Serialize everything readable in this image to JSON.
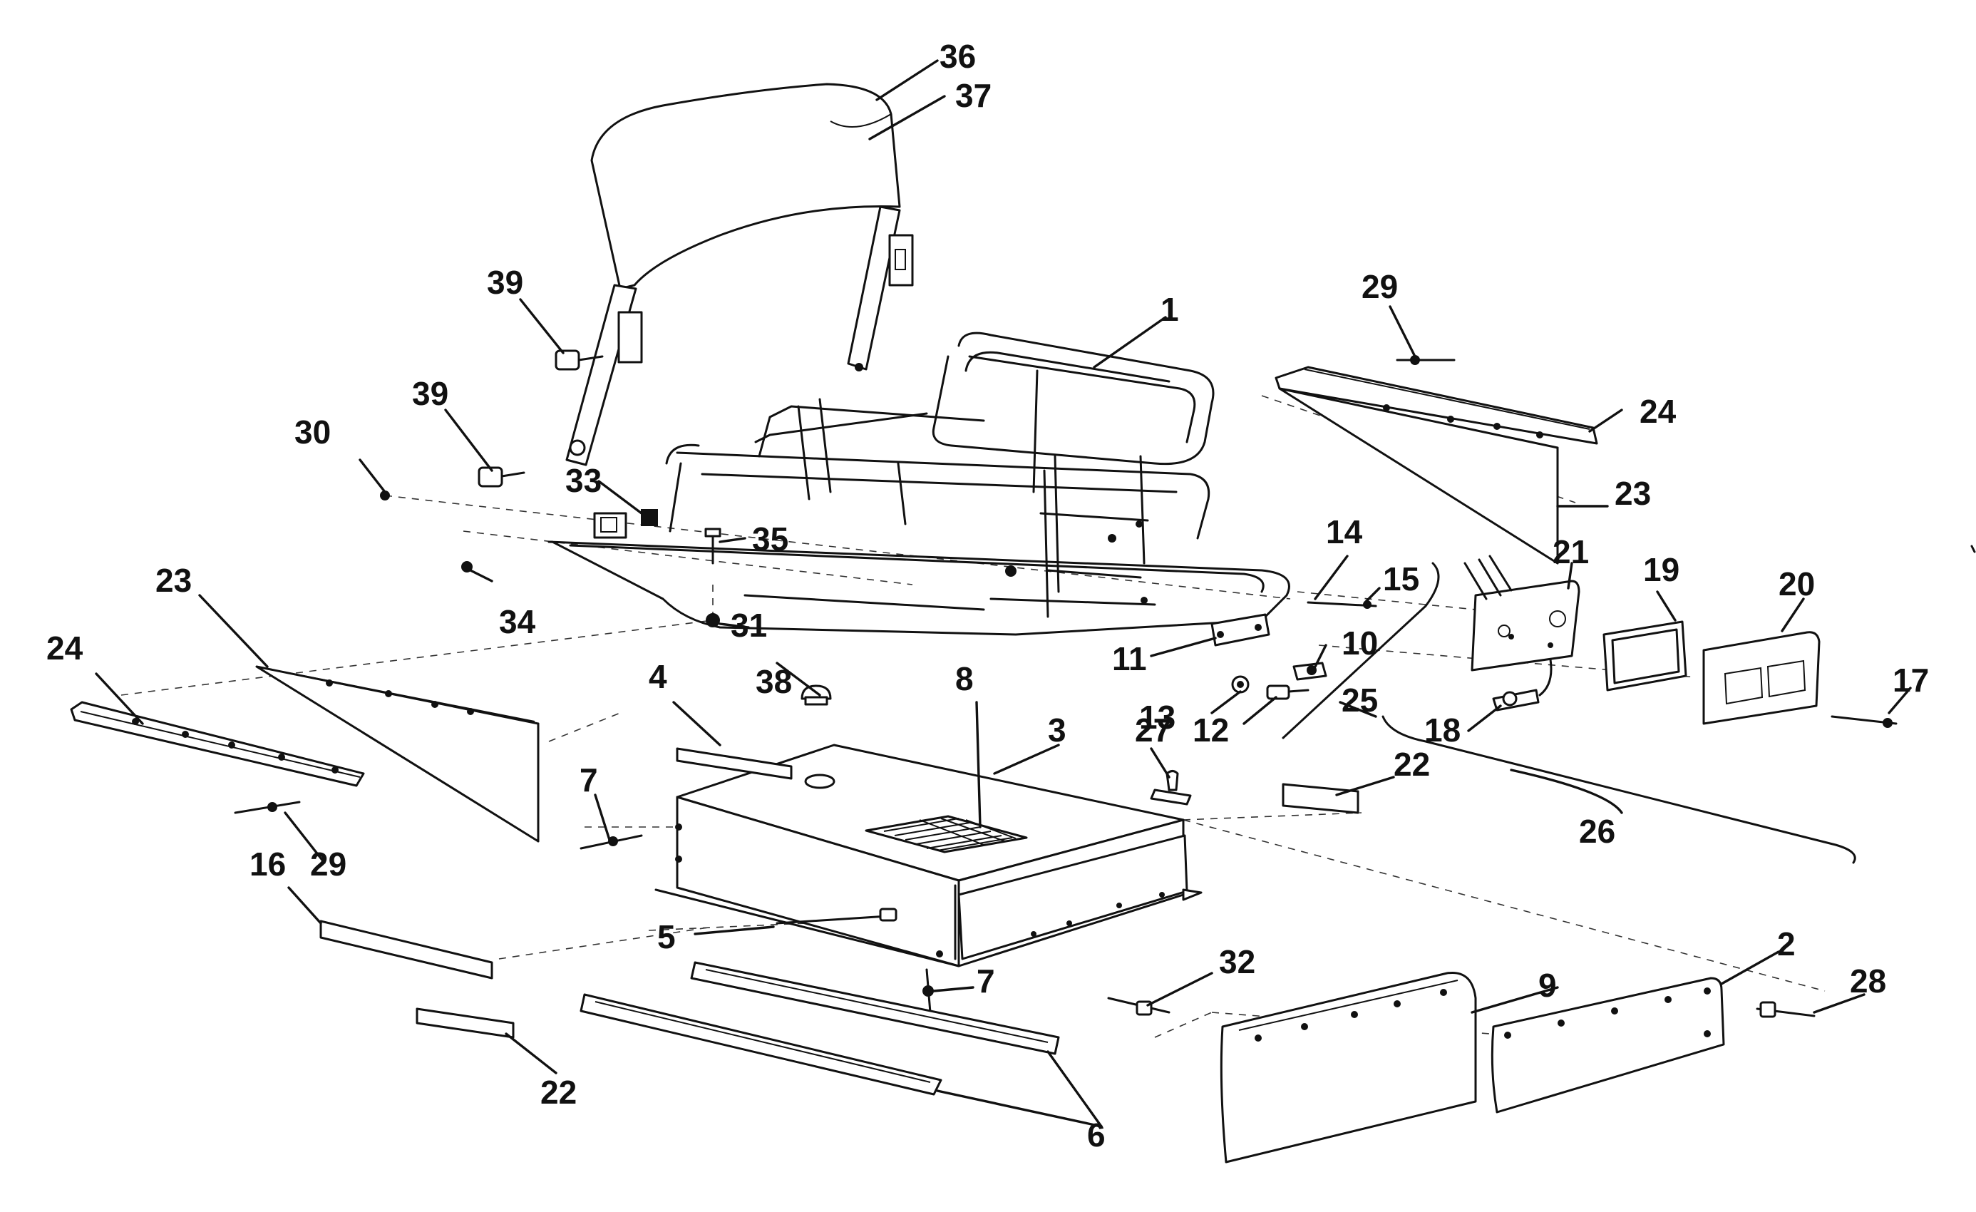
{
  "diagram": {
    "type": "exploded-parts-drawing",
    "callouts": {
      "c1": "1",
      "c2": "2",
      "c3": "3",
      "c4": "4",
      "c5": "5",
      "c6": "6",
      "c7a": "7",
      "c7b": "7",
      "c8": "8",
      "c9": "9",
      "c10": "10",
      "c11": "11",
      "c12": "12",
      "c13": "13",
      "c14": "14",
      "c15": "15",
      "c16": "16",
      "c17": "17",
      "c18": "18",
      "c19": "19",
      "c20": "20",
      "c21": "21",
      "c22a": "22",
      "c22b": "22",
      "c23a": "23",
      "c23b": "23",
      "c24a": "24",
      "c24b": "24",
      "c25": "25",
      "c26": "26",
      "c27": "27",
      "c28": "28",
      "c29a": "29",
      "c29b": "29",
      "c30": "30",
      "c31": "31",
      "c32": "32",
      "c33": "33",
      "c34": "34",
      "c35": "35",
      "c36": "36",
      "c37": "37",
      "c38": "38",
      "c39a": "39",
      "c39b": "39"
    }
  }
}
